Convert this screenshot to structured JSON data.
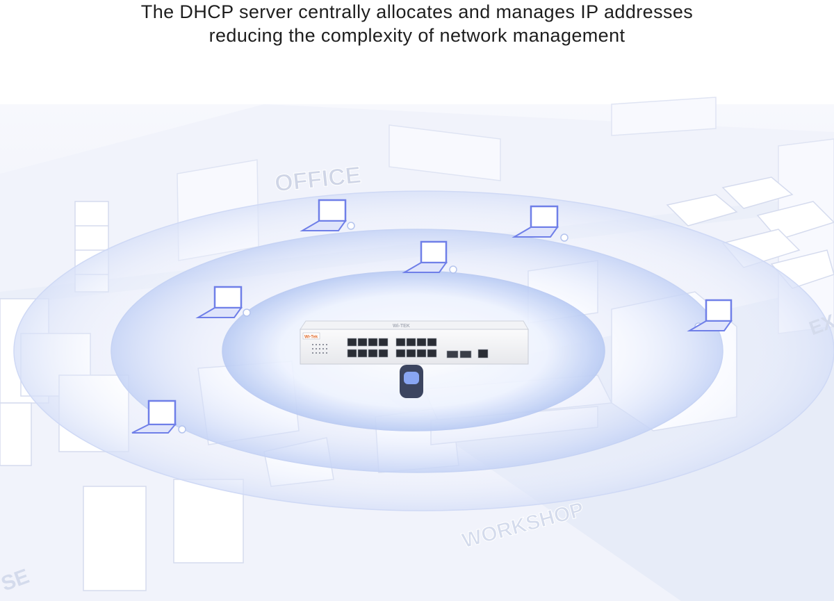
{
  "headline": {
    "line1": "The DHCP server centrally allocates and manages IP addresses",
    "line2": "reducing the complexity of network management"
  },
  "zones": {
    "office": "OFFICE",
    "workshop": "WORKSHOP",
    "left_edge": "SE",
    "right_edge": "EX"
  },
  "switch": {
    "brand": "Wi-Tek",
    "top_brand": "Wi-TEK"
  },
  "colors": {
    "accent": "#6f7fe8",
    "ring": "#c9d6f6",
    "floor": "#eef1fb",
    "text": "#1e1e1e"
  },
  "icons": [
    "laptop-icon",
    "network-switch-icon",
    "robot-icon"
  ]
}
